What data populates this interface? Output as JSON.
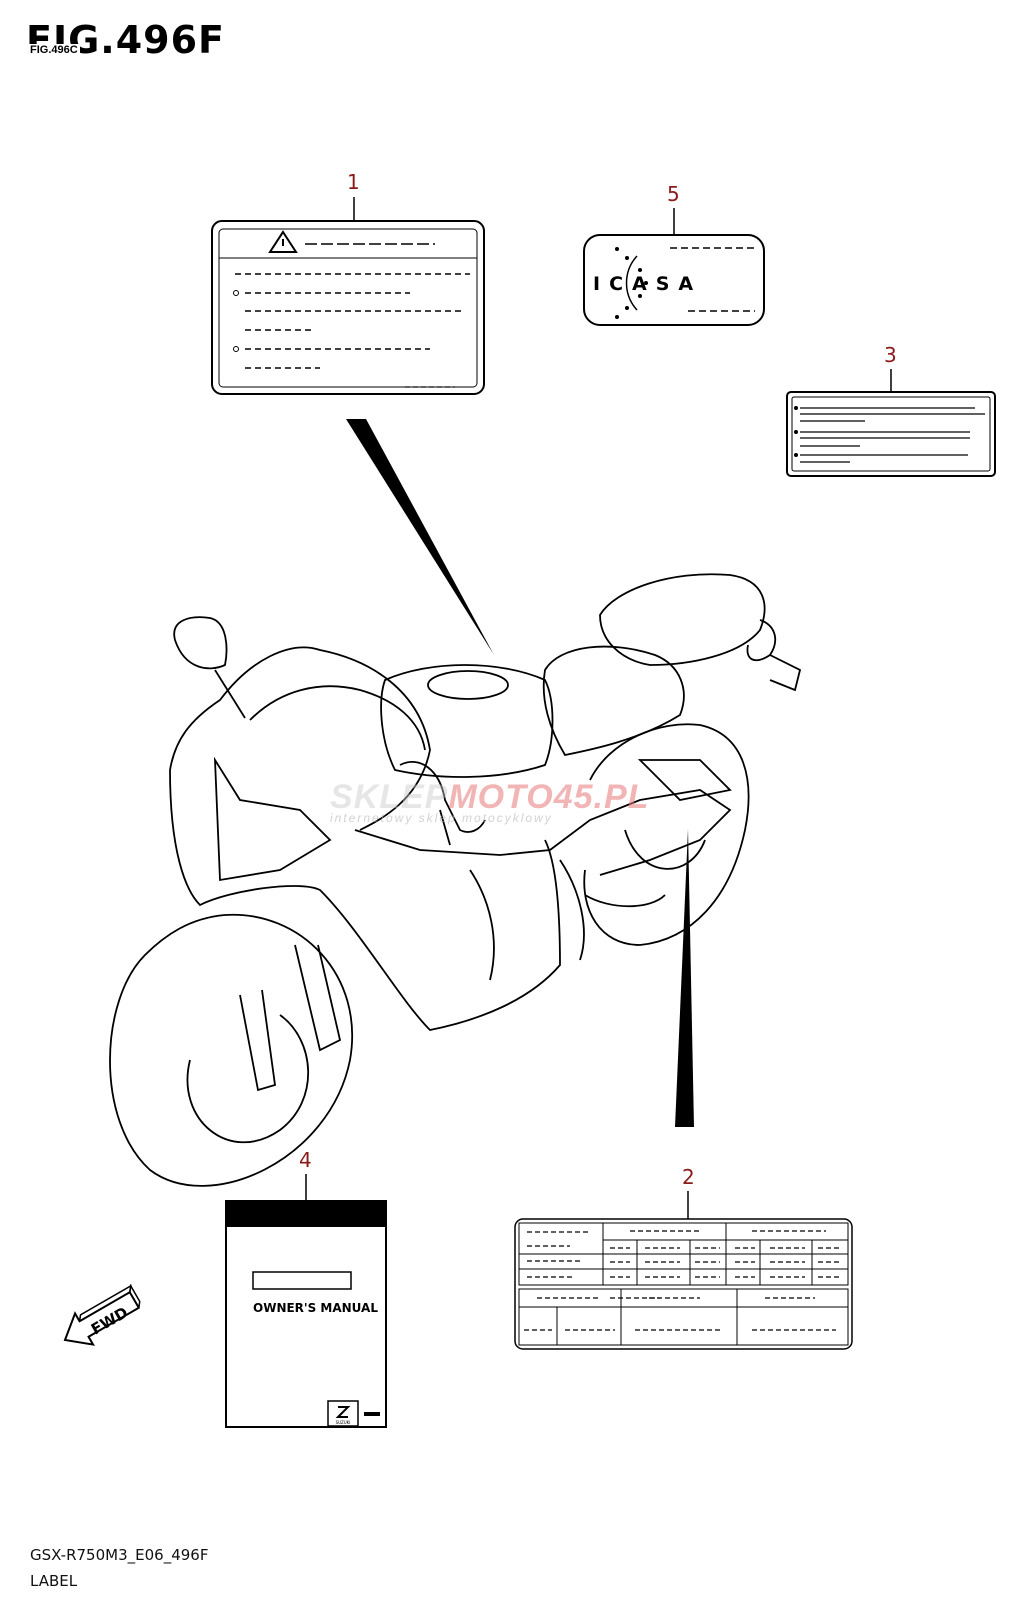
{
  "header": {
    "title": "FIG.496F",
    "overlap_text": "FIG.496C"
  },
  "footer": {
    "code": "GSX-R750M3_E06_496F",
    "label": "LABEL"
  },
  "callouts": [
    {
      "id": "callout-1",
      "number": "1"
    },
    {
      "id": "callout-2",
      "number": "2"
    },
    {
      "id": "callout-3",
      "number": "3"
    },
    {
      "id": "callout-4",
      "number": "4"
    },
    {
      "id": "callout-5",
      "number": "5"
    }
  ],
  "labels": {
    "icasa_text": "ICASA",
    "manual_title": "OWNER'S MANUAL",
    "manual_brand": "SUZUKI",
    "fwd_text": "FWD"
  },
  "watermark": {
    "main_left": "SKLEP",
    "main_right": "MOTO45.PL",
    "sub": "internetowy sklep motocyklowy"
  },
  "colors": {
    "line": "#000000",
    "callout": "#8b1a1a"
  }
}
